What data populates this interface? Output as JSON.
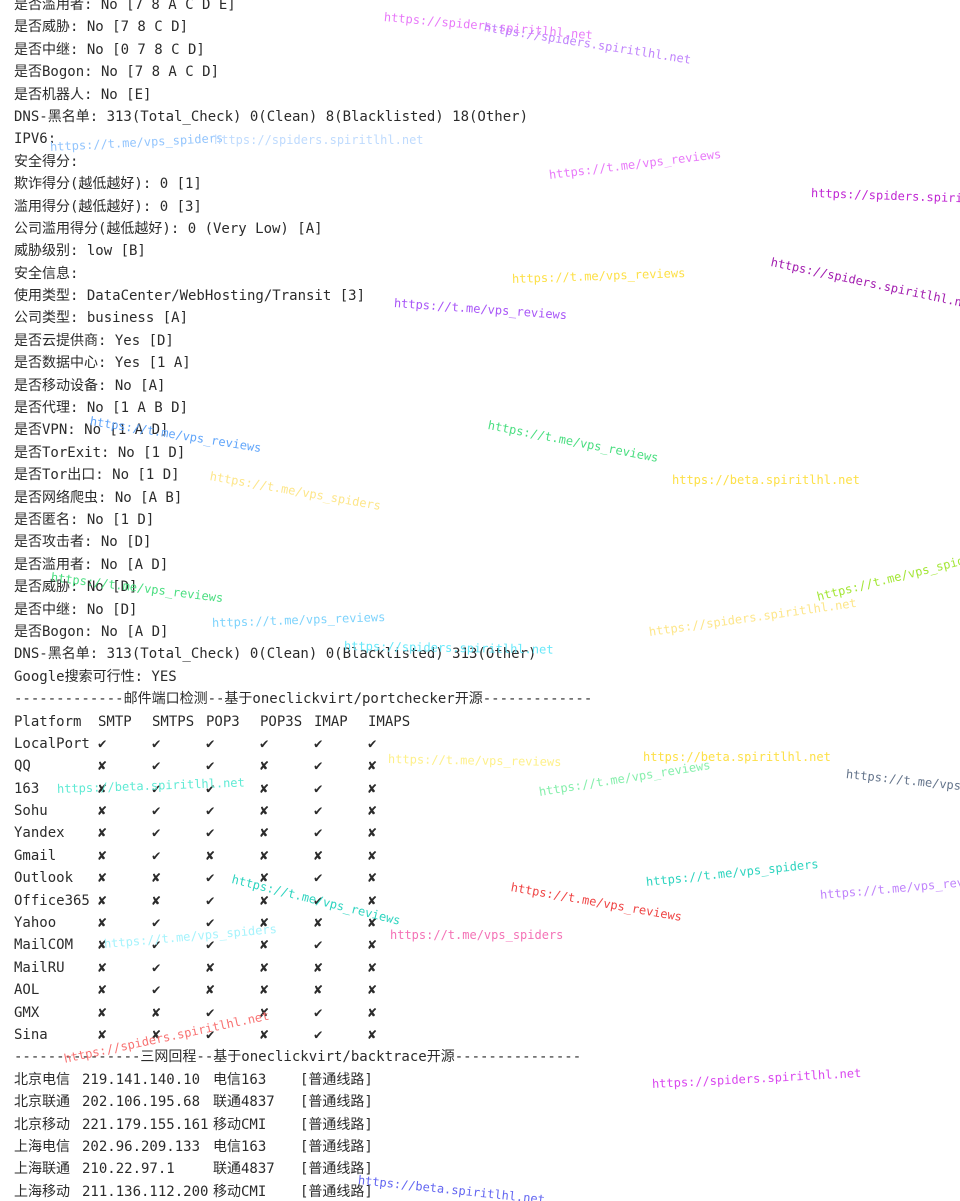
{
  "ip_quality": {
    "lines_top": [
      "是否滥用者: No [7 8 A C D E]",
      "是否威胁: No [7 8 C D]",
      "是否中继: No [0 7 8 C D]",
      "是否Bogon: No [7 8 A C D]",
      "是否机器人: No [E]",
      "DNS-黑名单: 313(Total_Check) 0(Clean) 8(Blacklisted) 18(Other)"
    ],
    "ipv6_header": "IPV6:",
    "score_header": "安全得分:",
    "scores": [
      "欺诈得分(越低越好): 0 [1]",
      "滥用得分(越低越好): 0 [3]",
      "公司滥用得分(越低越好): 0 (Very Low) [A]",
      "威胁级别: low [B]"
    ],
    "info_header": "安全信息:",
    "info": [
      "使用类型: DataCenter/WebHosting/Transit [3]",
      "公司类型: business [A]",
      "是否云提供商: Yes [D]",
      "是否数据中心: Yes [1 A]",
      "是否移动设备: No [A]",
      "是否代理: No [1 A B D]",
      "是否VPN: No [1 A D]",
      "是否TorExit: No [1 D]",
      "是否Tor出口: No [1 D]",
      "是否网络爬虫: No [A B]",
      "是否匿名: No [1 D]",
      "是否攻击者: No [D]",
      "是否滥用者: No [A D]",
      "是否威胁: No [D]",
      "是否中继: No [D]",
      "是否Bogon: No [A D]",
      "DNS-黑名单: 313(Total_Check) 0(Clean) 0(Blacklisted) 313(Other)",
      "Google搜索可行性: YES"
    ]
  },
  "mail_ports": {
    "separator": "-------------邮件端口检测--基于oneclickvirt/portchecker开源-------------",
    "headers": [
      "Platform",
      "SMTP",
      "SMTPS",
      "POP3",
      "POP3S",
      "IMAP",
      "IMAPS"
    ],
    "rows": [
      [
        "LocalPort",
        "✔",
        "✔",
        "✔",
        "✔",
        "✔",
        "✔"
      ],
      [
        "QQ",
        "✘",
        "✔",
        "✔",
        "✘",
        "✔",
        "✘"
      ],
      [
        "163",
        "✘",
        "✔",
        "✔",
        "✘",
        "✔",
        "✘"
      ],
      [
        "Sohu",
        "✘",
        "✔",
        "✔",
        "✘",
        "✔",
        "✘"
      ],
      [
        "Yandex",
        "✘",
        "✔",
        "✔",
        "✘",
        "✔",
        "✘"
      ],
      [
        "Gmail",
        "✘",
        "✔",
        "✘",
        "✘",
        "✘",
        "✘"
      ],
      [
        "Outlook",
        "✘",
        "✘",
        "✔",
        "✘",
        "✔",
        "✘"
      ],
      [
        "Office365",
        "✘",
        "✘",
        "✔",
        "✘",
        "✔",
        "✘"
      ],
      [
        "Yahoo",
        "✘",
        "✔",
        "✔",
        "✘",
        "✘",
        "✘"
      ],
      [
        "MailCOM",
        "✘",
        "✔",
        "✔",
        "✘",
        "✔",
        "✘"
      ],
      [
        "MailRU",
        "✘",
        "✔",
        "✘",
        "✘",
        "✘",
        "✘"
      ],
      [
        "AOL",
        "✘",
        "✔",
        "✘",
        "✘",
        "✘",
        "✘"
      ],
      [
        "GMX",
        "✘",
        "✘",
        "✔",
        "✘",
        "✔",
        "✘"
      ],
      [
        "Sina",
        "✘",
        "✘",
        "✔",
        "✘",
        "✔",
        "✘"
      ]
    ]
  },
  "backtrace": {
    "separator": "---------------三网回程--基于oneclickvirt/backtrace开源---------------",
    "rows": [
      [
        "北京电信",
        "219.141.140.10",
        "电信163",
        "[普通线路]"
      ],
      [
        "北京联通",
        "202.106.195.68",
        "联通4837",
        "[普通线路]"
      ],
      [
        "北京移动",
        "221.179.155.161",
        "移动CMI",
        "[普通线路]"
      ],
      [
        "上海电信",
        "202.96.209.133",
        "电信163",
        "[普通线路]"
      ],
      [
        "上海联通",
        "210.22.97.1",
        "联通4837",
        "[普通线路]"
      ],
      [
        "上海移动",
        "211.136.112.200",
        "移动CMI",
        "[普通线路]"
      ]
    ]
  },
  "watermarks": [
    {
      "text": "https://spiders.spiritlhl.net",
      "color": "#e879f9"
    },
    {
      "text": "https://spiders.spiritlhl.net",
      "color": "#c084fc"
    },
    {
      "text": "https://t.me/vps_spiders",
      "color": "#93c5fd"
    },
    {
      "text": "https://spiders.spiritlhl.net",
      "color": "#bfdbfe"
    },
    {
      "text": "https://t.me/vps_reviews",
      "color": "#e879f9"
    },
    {
      "text": "https://spiders.spiritlhl.net",
      "color": "#c026d3"
    },
    {
      "text": "https://t.me/vps_reviews",
      "color": "#fde047"
    },
    {
      "text": "https://t.me/vps_reviews",
      "color": "#a855f7"
    },
    {
      "text": "https://spiders.spiritlhl.net",
      "color": "#a21caf"
    },
    {
      "text": "https://t.me/vps_reviews",
      "color": "#4ade80"
    },
    {
      "text": "https://t.me/vps_reviews",
      "color": "#60a5fa"
    },
    {
      "text": "https://beta.spiritlhl.net",
      "color": "#fde047"
    },
    {
      "text": "https://t.me/vps_spiders",
      "color": "#fde68a"
    },
    {
      "text": "https://t.me/vps_reviews",
      "color": "#4ade80"
    },
    {
      "text": "https://t.me/vps_spiders",
      "color": "#a3e635"
    },
    {
      "text": "https://spiders.spiritlhl.net",
      "color": "#fde68a"
    },
    {
      "text": "https://t.me/vps_reviews",
      "color": "#7dd3fc"
    },
    {
      "text": "https://spiders.spiritlhl.net",
      "color": "#67e8f9"
    },
    {
      "text": "https://t.me/vps_reviews",
      "color": "#fef08a"
    },
    {
      "text": "https://beta.spiritlhl.net",
      "color": "#fde047"
    },
    {
      "text": "https://t.me/vps_",
      "color": "#64748b"
    },
    {
      "text": "https://t.me/vps_reviews",
      "color": "#86efac"
    },
    {
      "text": "https://beta.spiritlhl.net",
      "color": "#5eead4"
    },
    {
      "text": "https://t.me/vps_spiders",
      "color": "#2dd4bf"
    },
    {
      "text": "https://t.me/vps_reviews",
      "color": "#ef4444"
    },
    {
      "text": "https://t.me/vps_reviews",
      "color": "#2dd4bf"
    },
    {
      "text": "https://t.me/vps_rev",
      "color": "#c084fc"
    },
    {
      "text": "https://t.me/vps_spiders",
      "color": "#f472b6"
    },
    {
      "text": "https://t.me/vps_spiders",
      "color": "#a5f3fc"
    },
    {
      "text": "https://spiders.spiritlhl.net",
      "color": "#f87171"
    },
    {
      "text": "https://spiders.spiritlhl.net",
      "color": "#d946ef"
    },
    {
      "text": "https://beta.spiritlhl.net",
      "color": "#6366f1"
    }
  ]
}
